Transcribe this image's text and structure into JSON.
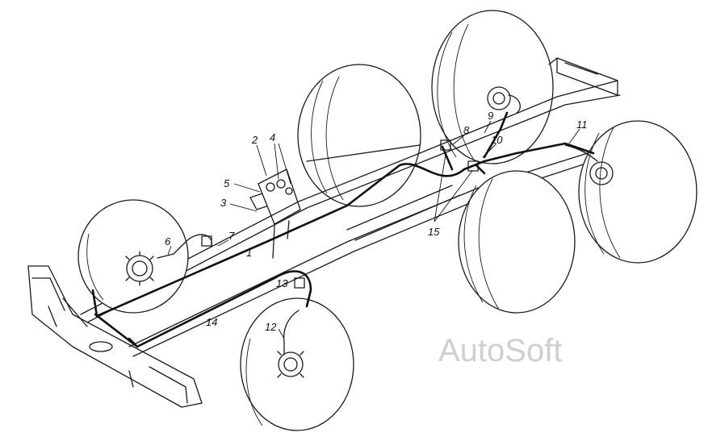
{
  "callouts": [
    "1",
    "2",
    "3",
    "4",
    "5",
    "6",
    "7",
    "8",
    "9",
    "10",
    "11",
    "12",
    "13",
    "14",
    "15"
  ],
  "watermark": "AutoSoft"
}
